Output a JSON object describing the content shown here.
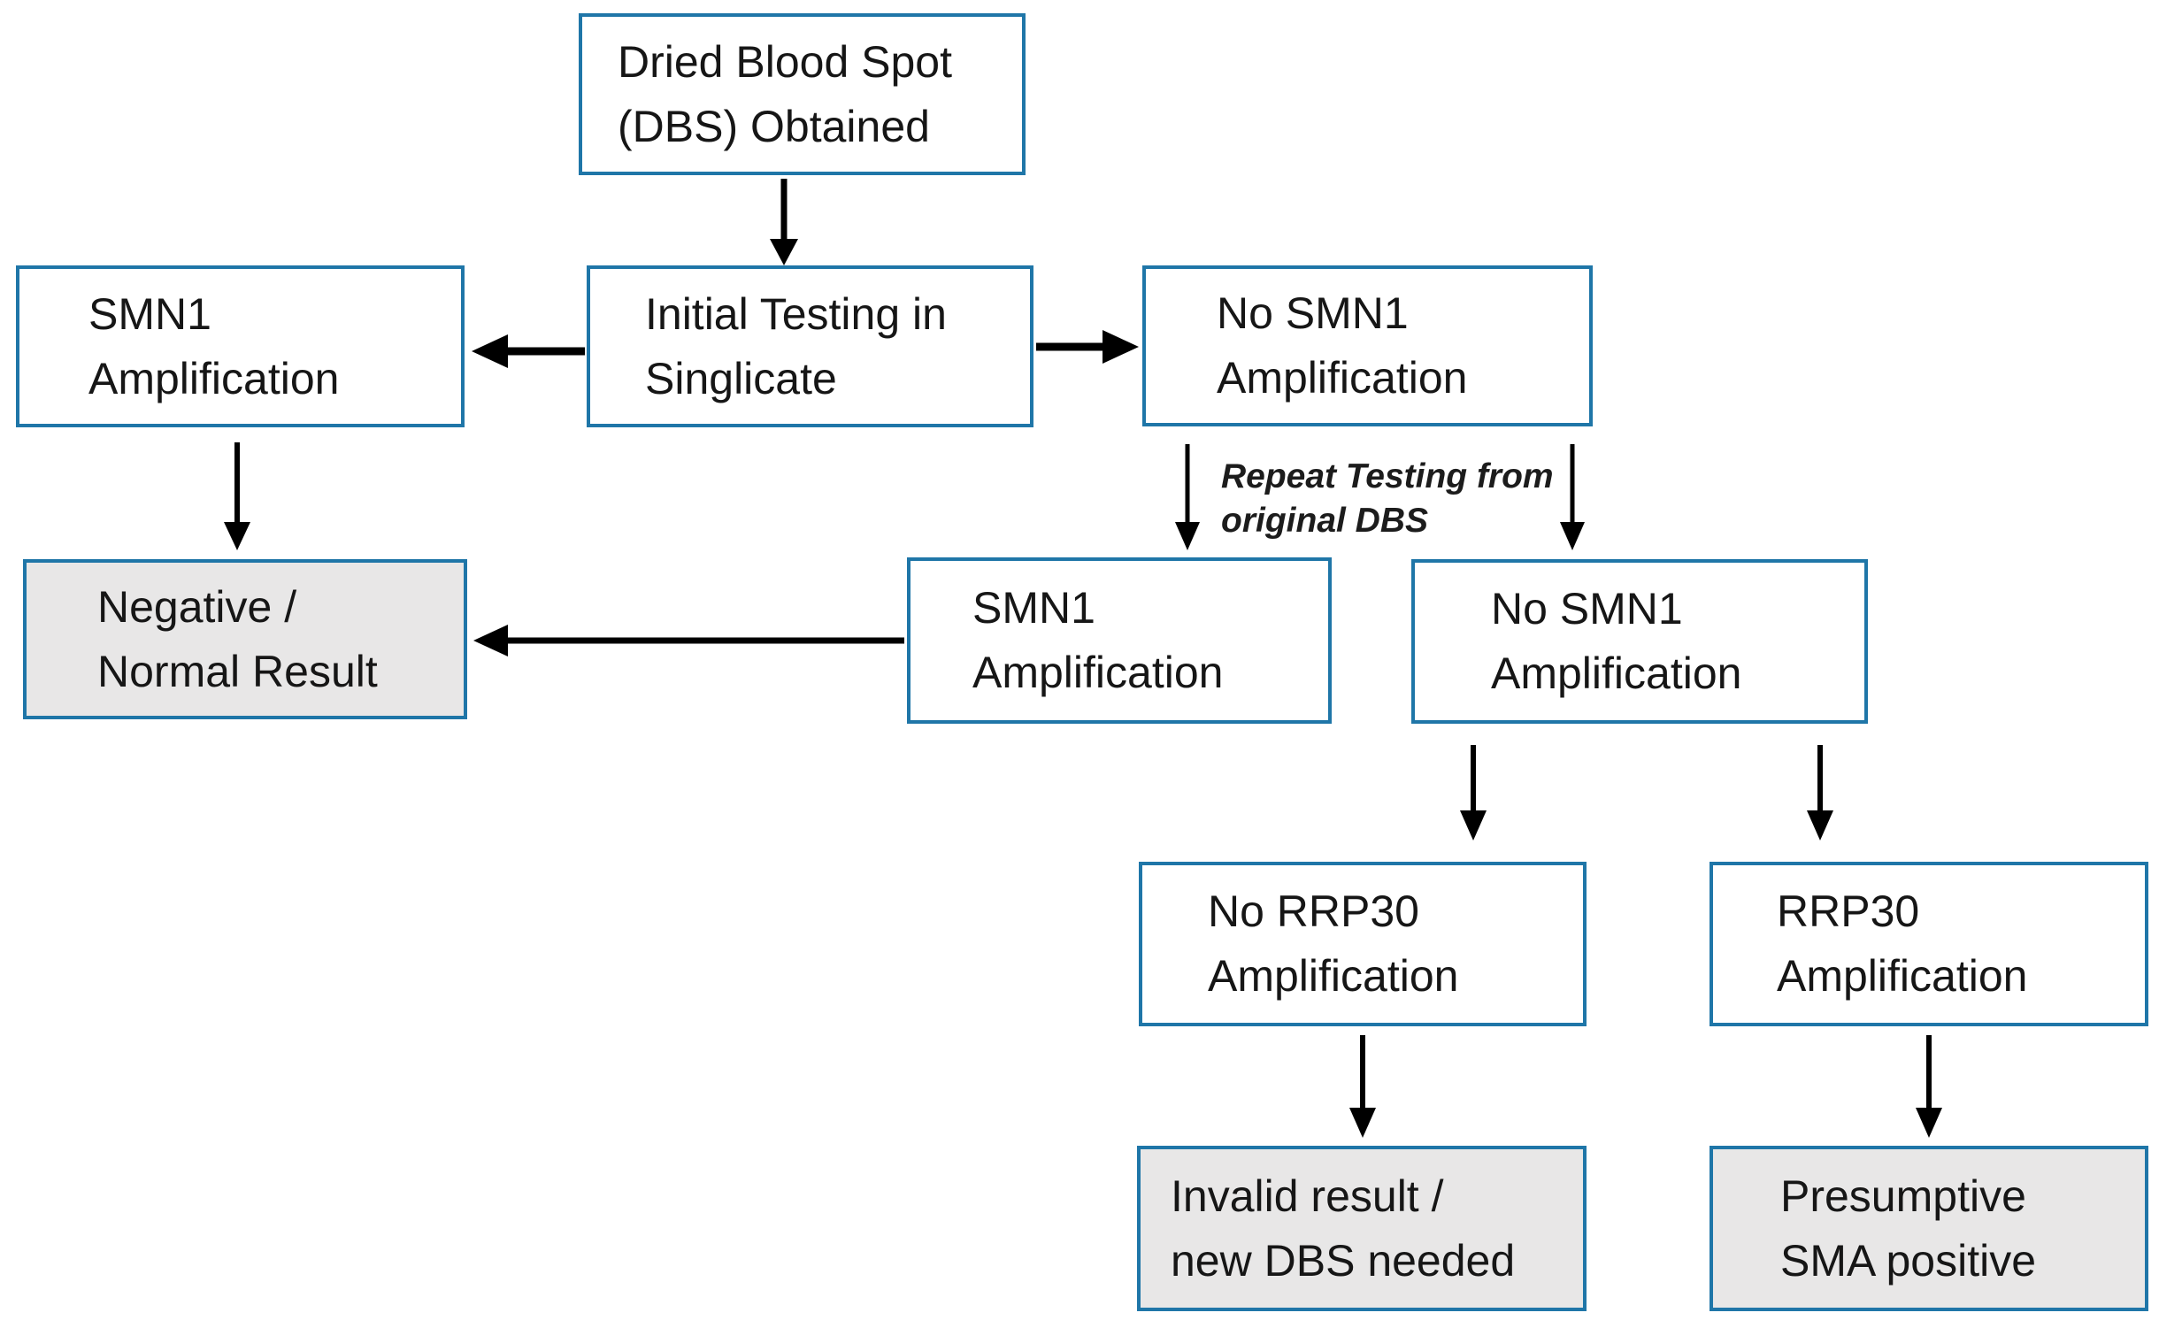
{
  "colors": {
    "box_border": "#1F76A8",
    "box_fill": "#FFFFFF",
    "result_box_fill": "#E8E7E7",
    "arrow": "#000000",
    "text": "#161616"
  },
  "nodes": {
    "dbs_obtained": {
      "line1": "Dried Blood Spot",
      "line2": "(DBS) Obtained"
    },
    "initial_testing": {
      "line1": "Initial Testing in",
      "line2": "Singlicate"
    },
    "smn1_amp_initial": {
      "line1": "SMN1",
      "line2": "Amplification"
    },
    "no_smn1_amp_initial": {
      "line1": "No SMN1",
      "line2": "Amplification"
    },
    "negative_normal_result": {
      "line1": "Negative /",
      "line2": "Normal Result"
    },
    "smn1_amp_repeat": {
      "line1": "SMN1",
      "line2": "Amplification"
    },
    "no_smn1_amp_repeat": {
      "line1": "No SMN1",
      "line2": "Amplification"
    },
    "no_rrp30_amp": {
      "line1": "No RRP30",
      "line2": "Amplification"
    },
    "rrp30_amp": {
      "line1": "RRP30",
      "line2": "Amplification"
    },
    "invalid_result": {
      "line1": "Invalid result /",
      "line2": "new DBS needed"
    },
    "presumptive_sma_positive": {
      "line1": "Presumptive",
      "line2": "SMA positive"
    }
  },
  "edge_label": {
    "line1": "Repeat Testing from",
    "line2": "original DBS"
  }
}
